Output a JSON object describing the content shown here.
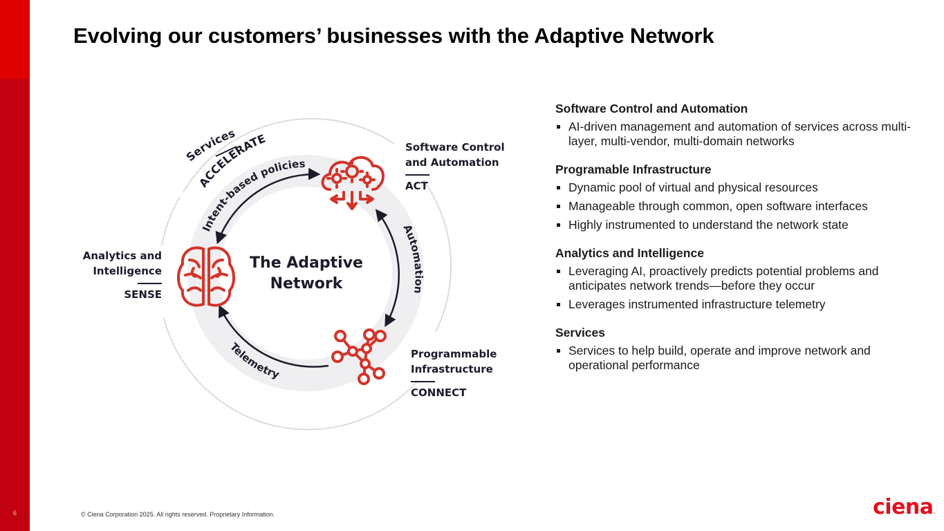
{
  "slide": {
    "title": "Evolving our customers’ businesses with the Adaptive Network",
    "page_number": "6",
    "footer": "© Ciena Corporation 2025. All rights reserved. Proprietary Information.",
    "logo": "ciena",
    "colors": {
      "brand_red": "#e10f1f",
      "sidebar_red_top": "#e00000",
      "sidebar_red_bottom": "#c10011",
      "icon_red": "#d3342a",
      "ink": "#1b1b2a",
      "ring_gray": "#efeff1"
    }
  },
  "diagram": {
    "center_title_line1": "The Adaptive",
    "center_title_line2": "Network",
    "outer_label": {
      "line1": "Services",
      "line2": "ACCELERATE"
    },
    "arc_labels": {
      "top_left": "Intent-based policies",
      "right": "Automation",
      "bottom_left": "Telemetry"
    },
    "nodes": [
      {
        "id": "act",
        "icon": "cloud-gears-icon",
        "line1": "Software Control",
        "line2": "and Automation",
        "tag": "ACT"
      },
      {
        "id": "sense",
        "icon": "brain-icon",
        "line1": "Analytics and",
        "line2": "Intelligence",
        "tag": "SENSE"
      },
      {
        "id": "connect",
        "icon": "network-nodes-icon",
        "line1": "Programmable",
        "line2": "Infrastructure",
        "tag": "CONNECT"
      }
    ]
  },
  "sections": [
    {
      "heading": "Software Control and Automation",
      "bullets": [
        "AI-driven management and automation of services across multi-layer, multi-vendor, multi-domain networks"
      ]
    },
    {
      "heading": "Programable Infrastructure",
      "bullets": [
        "Dynamic pool of virtual and physical resources",
        "Manageable through common, open software interfaces",
        "Highly instrumented to understand the network state"
      ]
    },
    {
      "heading": "Analytics and Intelligence",
      "bullets": [
        "Leveraging AI, proactively predicts potential problems and anticipates network trends—before they occur",
        "Leverages instrumented infrastructure telemetry"
      ]
    },
    {
      "heading": "Services",
      "bullets": [
        "Services to help build, operate and improve network and operational performance"
      ]
    }
  ]
}
